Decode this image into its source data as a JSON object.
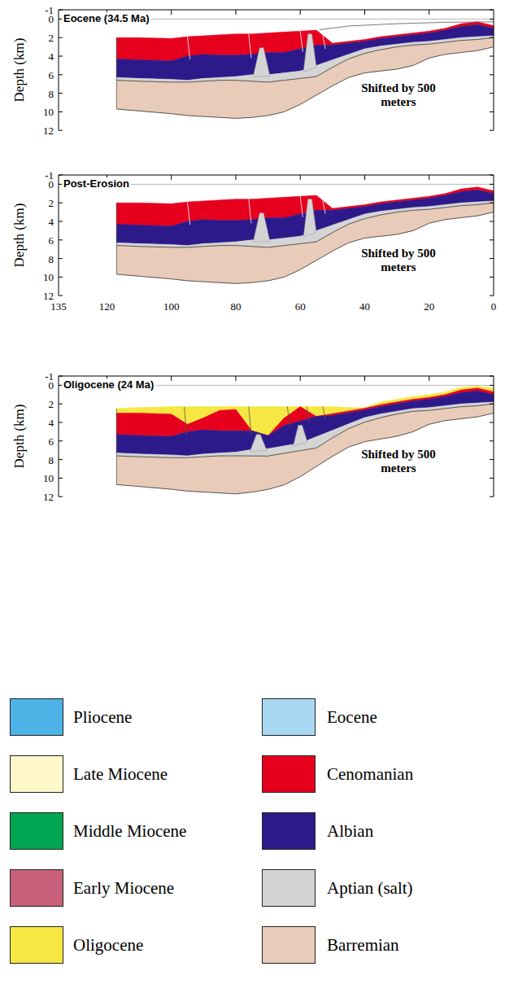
{
  "diagram": {
    "labels": [
      "Eocene (34.5 Ma)",
      "Depth (km)",
      "-1",
      "0",
      "2",
      "4",
      "6",
      "8",
      "10",
      "12",
      "Shifted by 500 meters",
      "Post-Erosion",
      "Depth (km)",
      "-1",
      "0",
      "2",
      "4",
      "6",
      "8",
      "10",
      "12",
      "Shifted by 500 meters",
      "135",
      "120",
      "100",
      "80",
      "60",
      "40",
      "20",
      "0",
      "Oligocene (24 Ma)",
      "Depth (km)",
      "-1",
      "0",
      "2",
      "4",
      "6",
      "8",
      "10",
      "12",
      "Shifted by 500 meters"
    ],
    "legend": [
      {
        "text": "Pliocene",
        "color": "#4db3e6"
      },
      {
        "text": "Eocene",
        "color": "#a9d9f2"
      },
      {
        "text": "Late Miocene",
        "color": "#fdf7c9"
      },
      {
        "text": "Cenomanian",
        "color": "#e6001e"
      },
      {
        "text": "Middle Miocene",
        "color": "#00a651"
      },
      {
        "text": "Albian",
        "color": "#2d1a8a"
      },
      {
        "text": "Early Miocene",
        "color": "#c8617b"
      },
      {
        "text": "Aptian (salt)",
        "color": "#d4d4d4"
      },
      {
        "text": "Oligocene",
        "color": "#f6e743"
      },
      {
        "text": "Barremian",
        "color": "#e8cbb8"
      }
    ]
  }
}
